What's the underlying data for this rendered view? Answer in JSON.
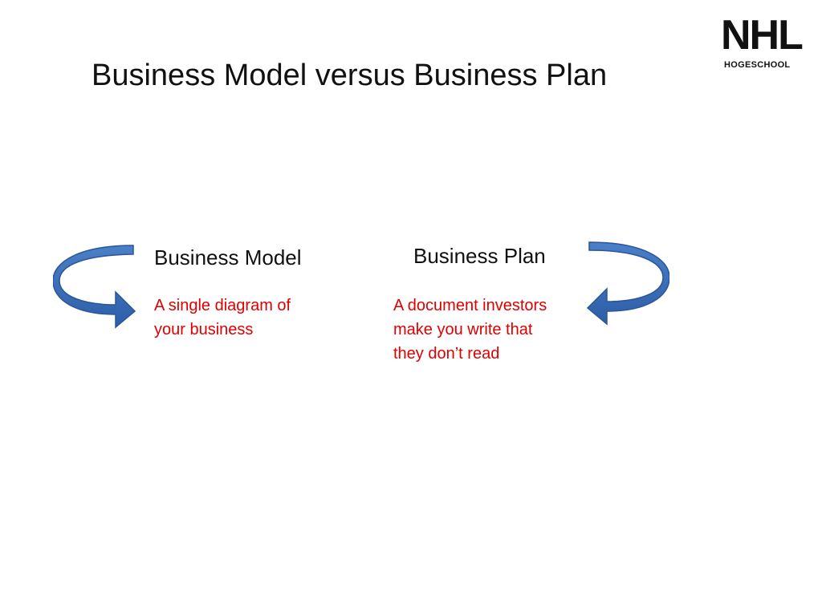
{
  "slide": {
    "title": "Business Model versus Business Plan"
  },
  "logo": {
    "mark": "NHL",
    "subtitle": "HOGESCHOOL"
  },
  "left": {
    "heading": "Business Model",
    "description_lines": [
      "A single diagram of",
      "your business"
    ]
  },
  "right": {
    "heading": "Business Plan",
    "description_lines": [
      "A document investors",
      "make you write that",
      "they don’t read"
    ]
  },
  "colors": {
    "text": "#111111",
    "accent_text": "#e00000",
    "arrow_fill": "#3a6fb7",
    "arrow_edge": "#2b5597"
  },
  "icons": {
    "left_arrow": "curved-arrow-clockwise-icon",
    "right_arrow": "curved-arrow-counterclockwise-icon"
  }
}
